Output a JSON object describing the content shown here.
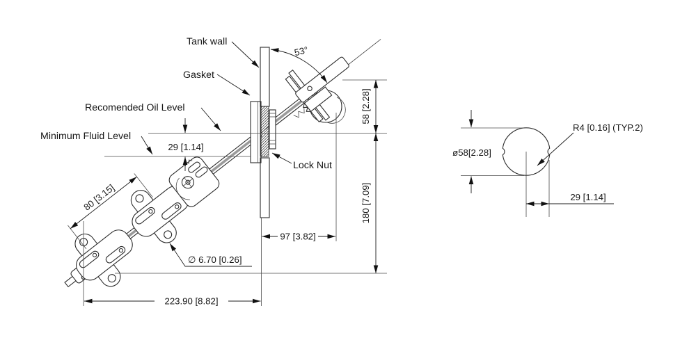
{
  "main_view": {
    "labels": {
      "tank_wall": "Tank wall",
      "gasket": "Gasket",
      "recommended_oil_level": "Recomended Oil Level",
      "minimum_fluid_level": "Minimum Fluid Level",
      "lock_nut": "Lock Nut"
    },
    "dimensions": {
      "mount_angle": "53°",
      "head_height": "58 [2.28]",
      "level_gap": "29 [1.14]",
      "float_spacing": "80 [3.15]",
      "min_level_depth": "180 [7.09]",
      "head_projection": "97 [3.82]",
      "body_length": "223.90 [8.82]",
      "hole_diameter": "∅ 6.70 [0.26]"
    }
  },
  "detail_view": {
    "dimensions": {
      "notch_radius": "R4 [0.16] (TYP.2)",
      "head_diameter": "ø58[2.28]",
      "center_offset": "29 [1.14]"
    }
  },
  "colors": {
    "line": "#2b2b2b",
    "background": "#ffffff"
  }
}
